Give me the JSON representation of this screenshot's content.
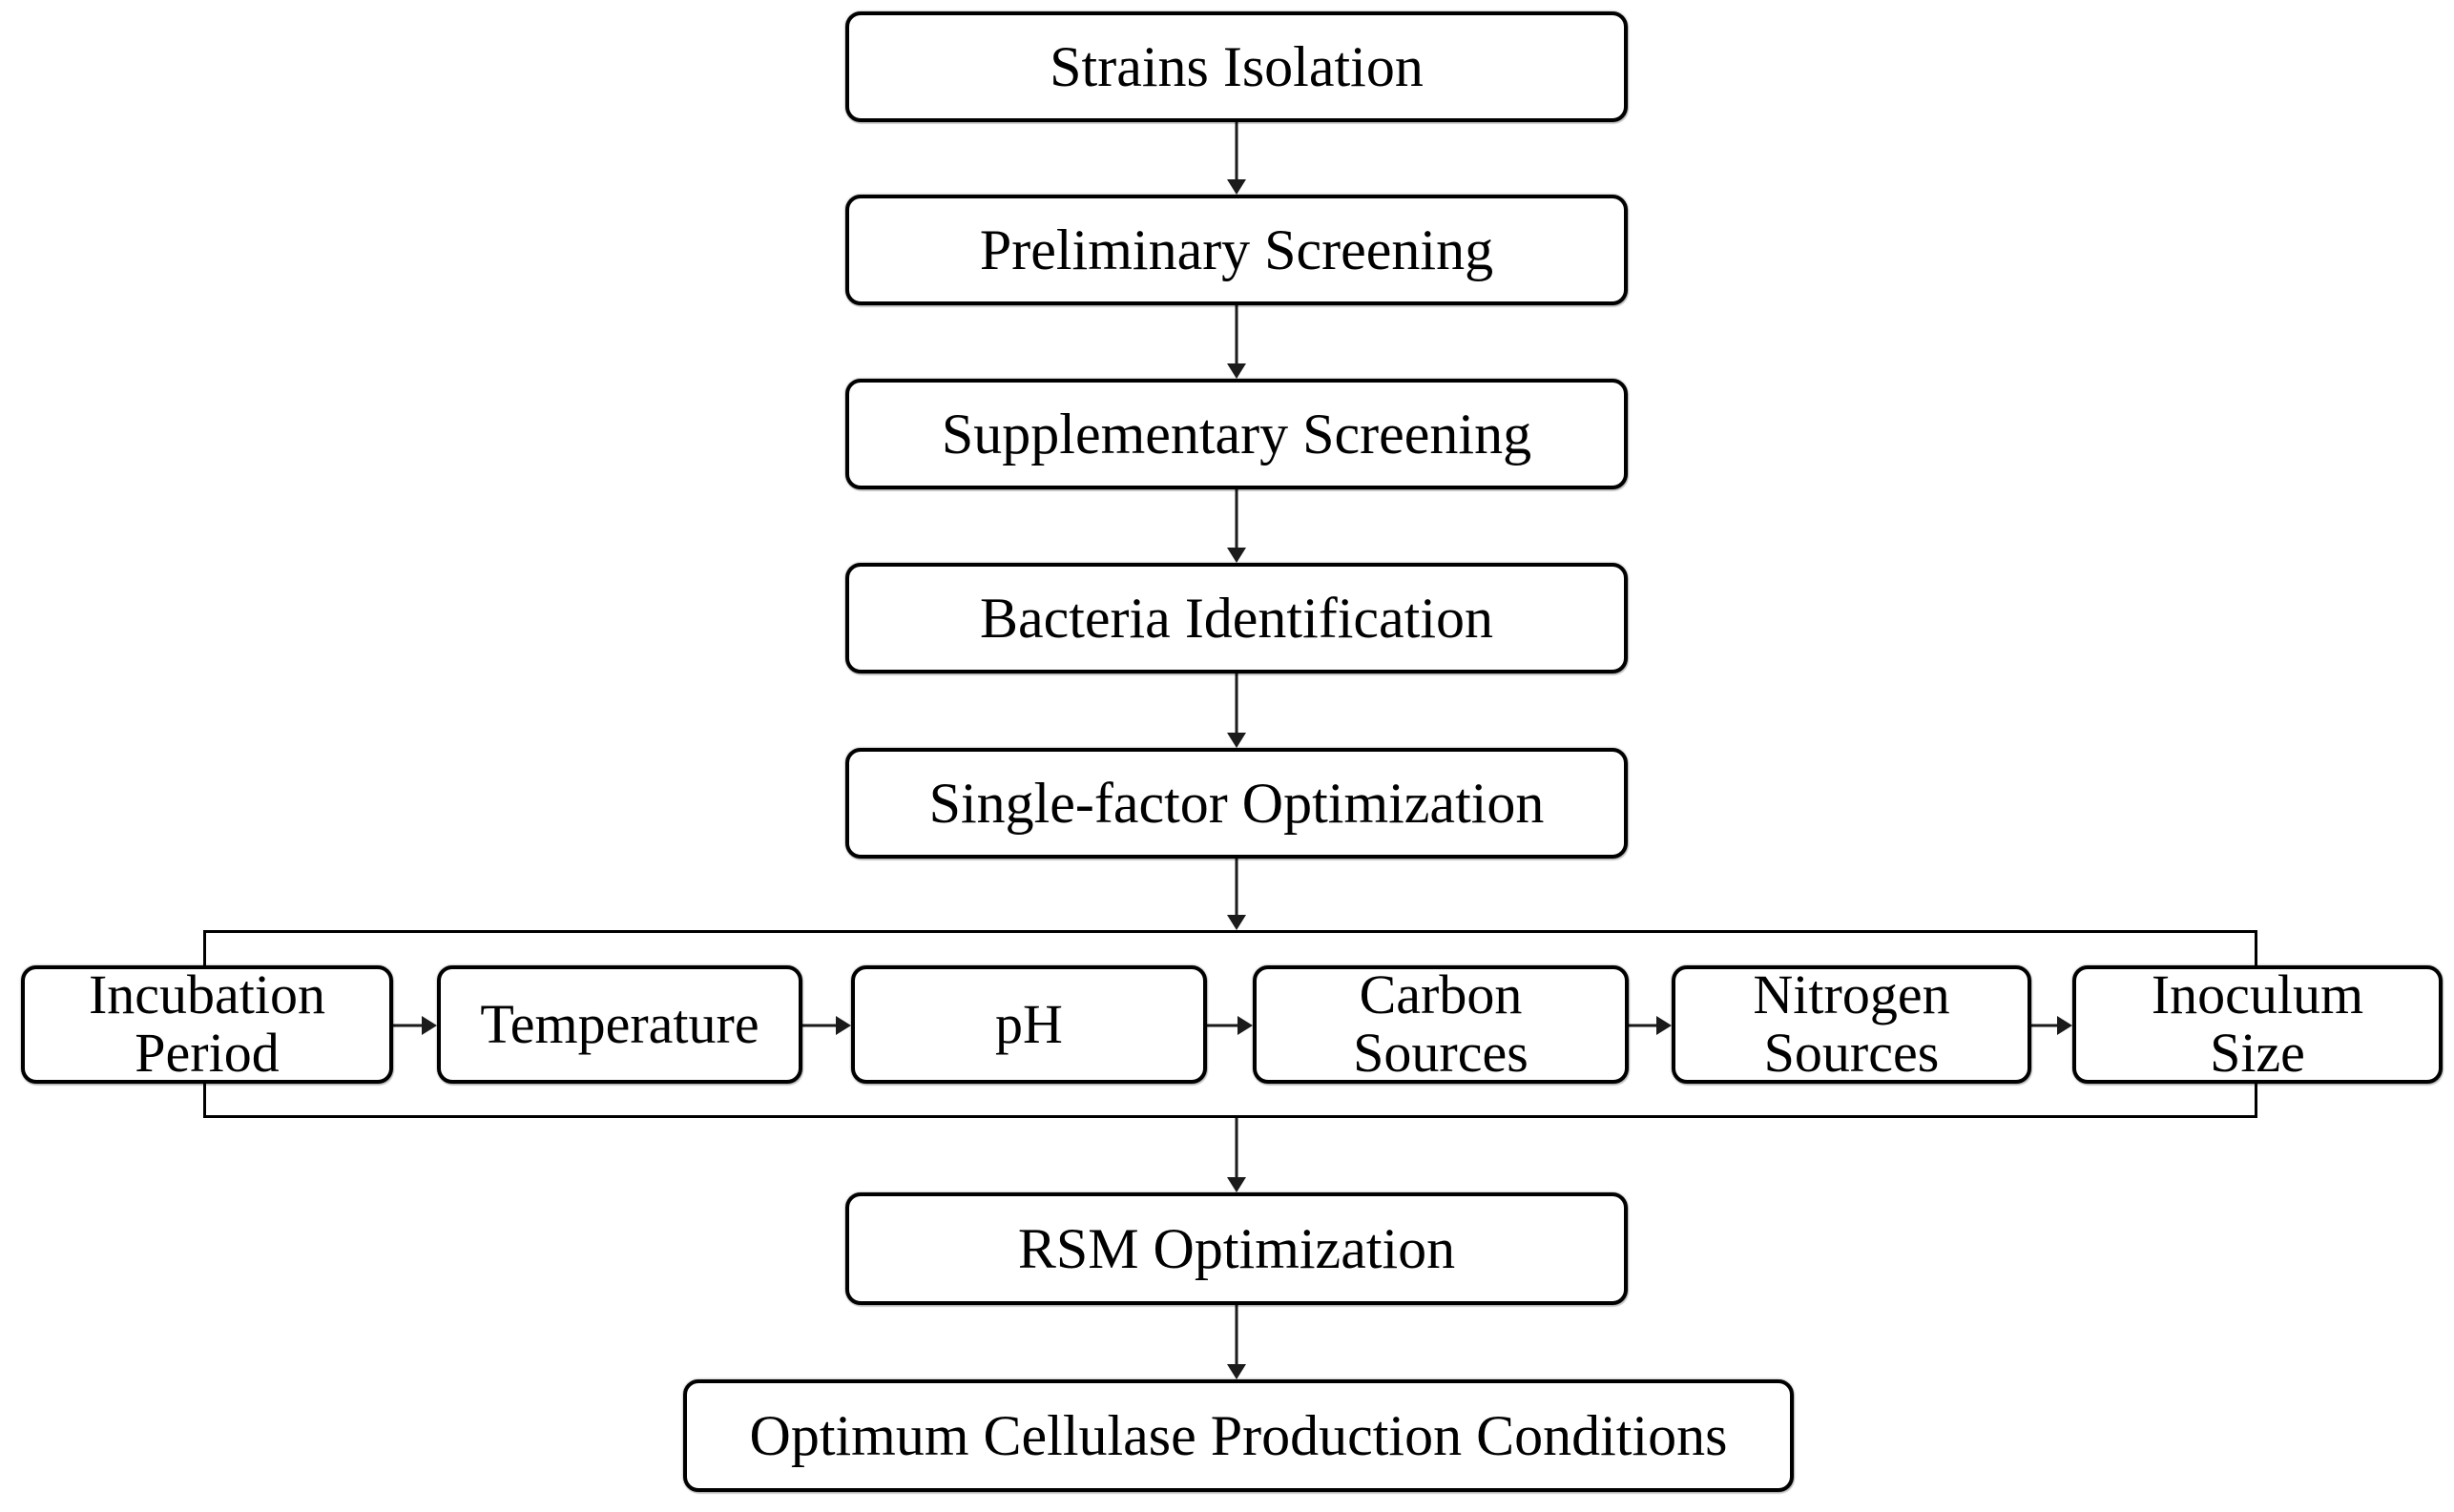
{
  "figure": {
    "type": "flowchart",
    "background": "#ffffff",
    "node_fill": "#ffffff",
    "node_border_color": "#000000",
    "text_color": "#000000",
    "arrow_color": "#1b1b1b"
  },
  "steps": [
    {
      "id": "strains-isolation",
      "label": "Strains Isolation"
    },
    {
      "id": "preliminary-screening",
      "label": "Preliminary Screening"
    },
    {
      "id": "supplementary-screening",
      "label": "Supplementary Screening"
    },
    {
      "id": "bacteria-identification",
      "label": "Bacteria Identification"
    },
    {
      "id": "single-factor-optimization",
      "label": "Single-factor Optimization"
    },
    {
      "id": "rsm-optimization",
      "label": "RSM Optimization"
    },
    {
      "id": "optimum-cellulase-production-conditions",
      "label": "Optimum Cellulase Production Conditions"
    }
  ],
  "single_factors": [
    {
      "id": "incubation-period",
      "label": "Incubation\nPeriod"
    },
    {
      "id": "temperature",
      "label": "Temperature"
    },
    {
      "id": "ph",
      "label": "pH"
    },
    {
      "id": "carbon-sources",
      "label": "Carbon\nSources"
    },
    {
      "id": "nitrogen-sources",
      "label": "Nitrogen\nSources"
    },
    {
      "id": "inoculum-size",
      "label": "Inoculum\nSize"
    }
  ],
  "connections": [
    {
      "from": "strains-isolation",
      "to": "preliminary-screening"
    },
    {
      "from": "preliminary-screening",
      "to": "supplementary-screening"
    },
    {
      "from": "supplementary-screening",
      "to": "bacteria-identification"
    },
    {
      "from": "bacteria-identification",
      "to": "single-factor-optimization"
    },
    {
      "from": "single-factor-optimization",
      "to": "single-factor-group"
    },
    {
      "from": "incubation-period",
      "to": "temperature"
    },
    {
      "from": "temperature",
      "to": "ph"
    },
    {
      "from": "ph",
      "to": "carbon-sources"
    },
    {
      "from": "carbon-sources",
      "to": "nitrogen-sources"
    },
    {
      "from": "nitrogen-sources",
      "to": "inoculum-size"
    },
    {
      "from": "single-factor-group",
      "to": "rsm-optimization"
    },
    {
      "from": "rsm-optimization",
      "to": "optimum-cellulase-production-conditions"
    }
  ]
}
